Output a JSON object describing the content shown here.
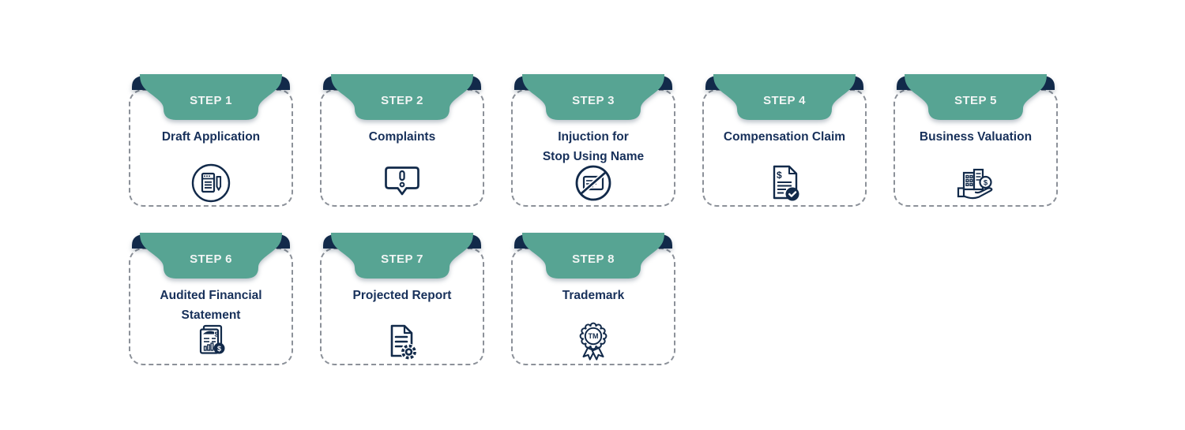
{
  "infographic": {
    "description_title": "8 step process cards"
  },
  "colors": {
    "banner_green": "#57A493",
    "fold_navy": "#122A4A",
    "title_navy": "#17305A",
    "step_text": "#F1F5F4",
    "dash_gray": "#8C9199",
    "background": "#FFFFFF"
  },
  "steps": [
    {
      "step_label": "STEP 1",
      "title_lines": [
        "Draft Application"
      ],
      "icon": "document-pen-icon"
    },
    {
      "step_label": "STEP 2",
      "title_lines": [
        "Complaints"
      ],
      "icon": "complaint-bubble-icon"
    },
    {
      "step_label": "STEP 3",
      "title_lines": [
        "Injuction for",
        "Stop Using Name"
      ],
      "icon": "no-name-use-icon"
    },
    {
      "step_label": "STEP 4",
      "title_lines": [
        "Compensation Claim"
      ],
      "icon": "claim-document-check-icon"
    },
    {
      "step_label": "STEP 5",
      "title_lines": [
        "Business Valuation"
      ],
      "icon": "hand-building-valuation-icon"
    },
    {
      "step_label": "STEP 6",
      "title_lines": [
        "Audited Financial",
        "Statement"
      ],
      "icon": "financial-statement-icon"
    },
    {
      "step_label": "STEP 7",
      "title_lines": [
        "Projected Report"
      ],
      "icon": "report-gear-icon"
    },
    {
      "step_label": "STEP 8",
      "title_lines": [
        "Trademark"
      ],
      "icon": "trademark-badge-icon"
    }
  ],
  "rows": [
    5,
    3
  ]
}
